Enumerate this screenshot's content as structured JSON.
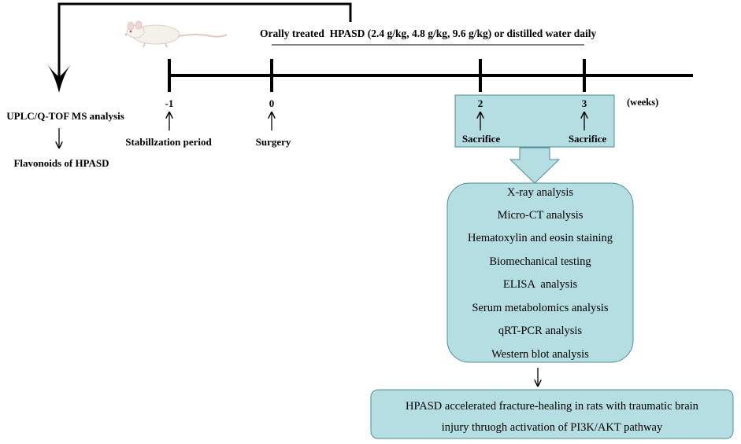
{
  "colors": {
    "box_fill": "#B4DEE2",
    "box_stroke": "#4E8E95",
    "line": "#000000"
  },
  "treatment": {
    "label": "Orally treated  HPASD (2.4 g/kg, 4.8 g/kg, 9.6 g/kg) or distilled water daily"
  },
  "timeline": {
    "unit_label": "(weeks)",
    "points": [
      {
        "tick": "-1",
        "event": "Stabillzation period"
      },
      {
        "tick": "0",
        "event": "Surgery"
      },
      {
        "tick": "2",
        "event": "Sacrifice"
      },
      {
        "tick": "3",
        "event": "Sacrifice"
      }
    ]
  },
  "left_branch": {
    "analysis": "UPLC/Q-TOF MS analysis",
    "result": "Flavonoids of HPASD"
  },
  "analyses": [
    "X-ray analysis",
    "Micro-CT analysis",
    "Hematoxylin and eosin staining",
    "Biomechanical testing",
    "ELISA  analysis",
    "Serum metabolomics analysis",
    "qRT-PCR analysis",
    "Western blot analysis"
  ],
  "conclusion": {
    "line1": "HPASD accelerated fracture-healing in rats with traumatic brain",
    "line2": "injury thruogh activation of PI3K/AKT pathway"
  },
  "icons": {
    "rat": "rat-icon"
  }
}
